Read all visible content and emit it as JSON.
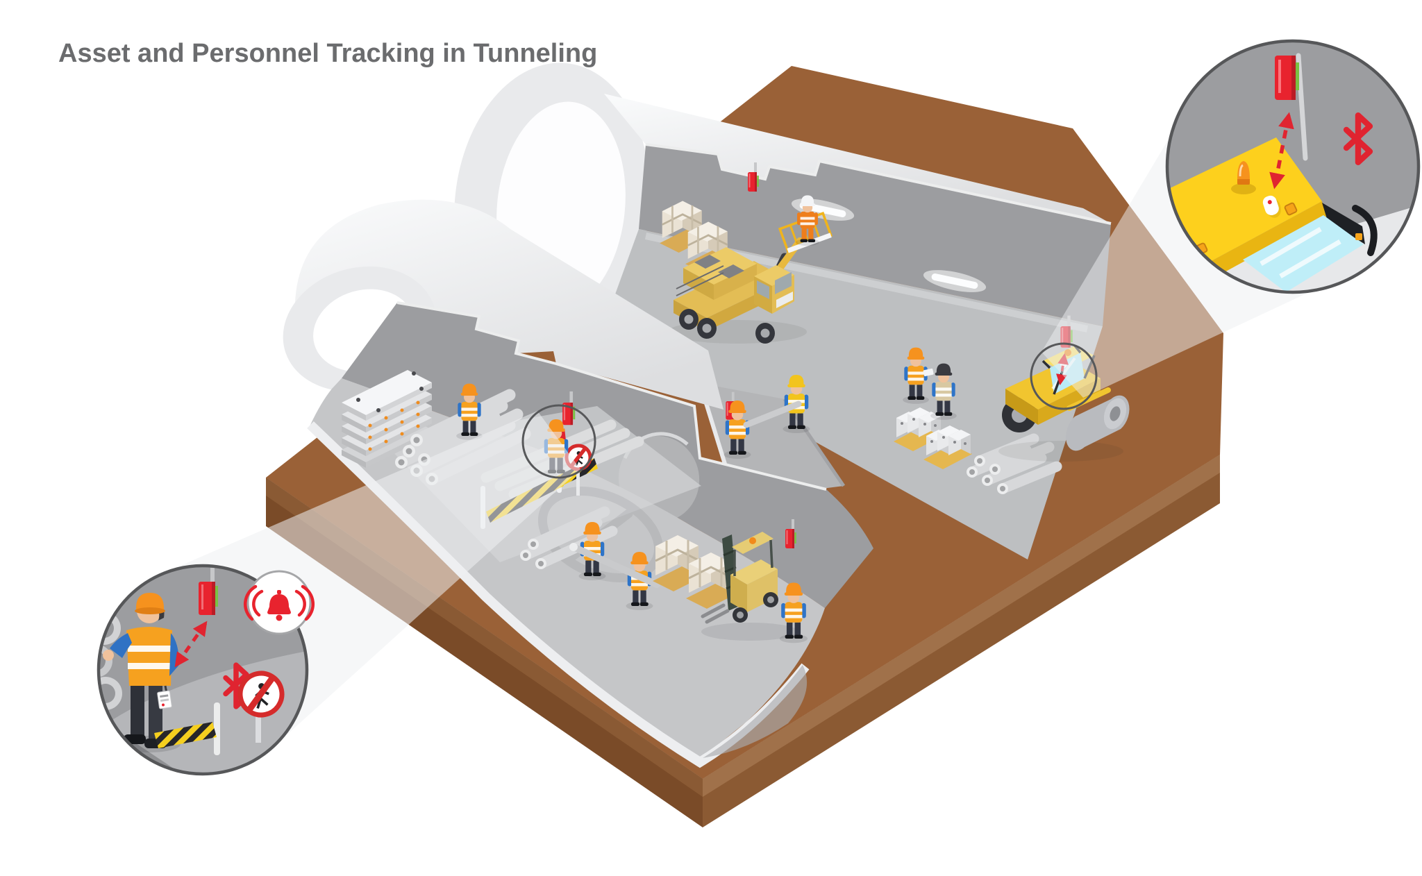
{
  "title": "Asset and Personnel Tracking in Tunneling",
  "palette": {
    "background": "#ffffff",
    "title_text": "#6b6c6e",
    "tunnel_wall": "#9c9da0",
    "tunnel_floor": "#c5c6c8",
    "tunnel_shell": "#ebecee",
    "ground_top": "#9a6137",
    "ground_side_left": "#7a4b28",
    "ground_side_right": "#8b5a33",
    "beacon_red": "#e8232e",
    "beacon_green": "#79c143",
    "arrow_red": "#e02430",
    "machine_yellow": "#fdd01d",
    "vest_orange": "#f6a11f",
    "glass_cyan": "#bfeef8",
    "hazard_yellow": "#f5cf1f"
  },
  "callouts": {
    "personnel_tracking": {
      "icons": [
        "ble-beacon",
        "bluetooth",
        "alarm-bell",
        "no-pedestrians-sign",
        "worker-badge"
      ]
    },
    "asset_tracking": {
      "icons": [
        "ble-beacon",
        "bluetooth",
        "machine-roof-tag",
        "warning-light"
      ]
    }
  },
  "scene": {
    "objects": [
      "rear-tunnel",
      "front-tunnel",
      "cross-passage",
      "crane-truck",
      "aerial-basket",
      "forklift",
      "road-roller",
      "segment-plate-stack",
      "pipe-stacks",
      "concrete-blocks",
      "pallet-boxes",
      "wall-beacons",
      "ceiling-lights",
      "hazard-tape",
      "no-pedestrians-sign"
    ]
  }
}
